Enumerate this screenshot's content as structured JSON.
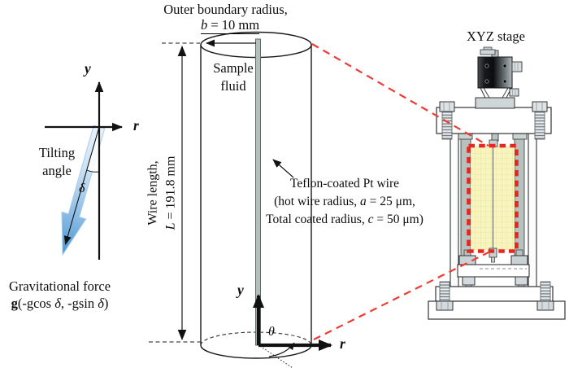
{
  "labels": {
    "outer_boundary": {
      "line": "Outer boundary radius,",
      "var": "b",
      "rest": " = 10 mm"
    },
    "sample_fluid": {
      "line1": "Sample",
      "line2": "fluid"
    },
    "wire_length": {
      "line1": "Wire length,",
      "var": "L",
      "rest": " = 191.8 mm"
    },
    "teflon": {
      "line1": "Teflon-coated Pt wire",
      "line2_pre": "(hot wire radius, ",
      "line2_var": "a",
      "line2_post": " = 25 μm,",
      "line3_pre": "Total coated radius, ",
      "line3_var": "c",
      "line3_post": " = 50 μm)"
    },
    "xyz_stage": "XYZ stage",
    "tilting": {
      "line1": "Tilting",
      "line2": "angle"
    },
    "gravity": {
      "line1": "Gravitational force",
      "bold_g": "g",
      "p1": "(-gcos ",
      "d1": "δ",
      "p2": ", -gsin ",
      "d2": "δ",
      "p3": ")"
    },
    "axes": {
      "y": "y",
      "r": "r",
      "theta": "θ",
      "delta": "δ"
    }
  },
  "colors": {
    "red_dashed_box": "#e8251f",
    "red_connector_line": "#ef3b33",
    "fluid_yellow": "#f8f4bd",
    "gravity_blue_tip": "#4f94d0",
    "wire_gray": "#b3bfbb"
  }
}
